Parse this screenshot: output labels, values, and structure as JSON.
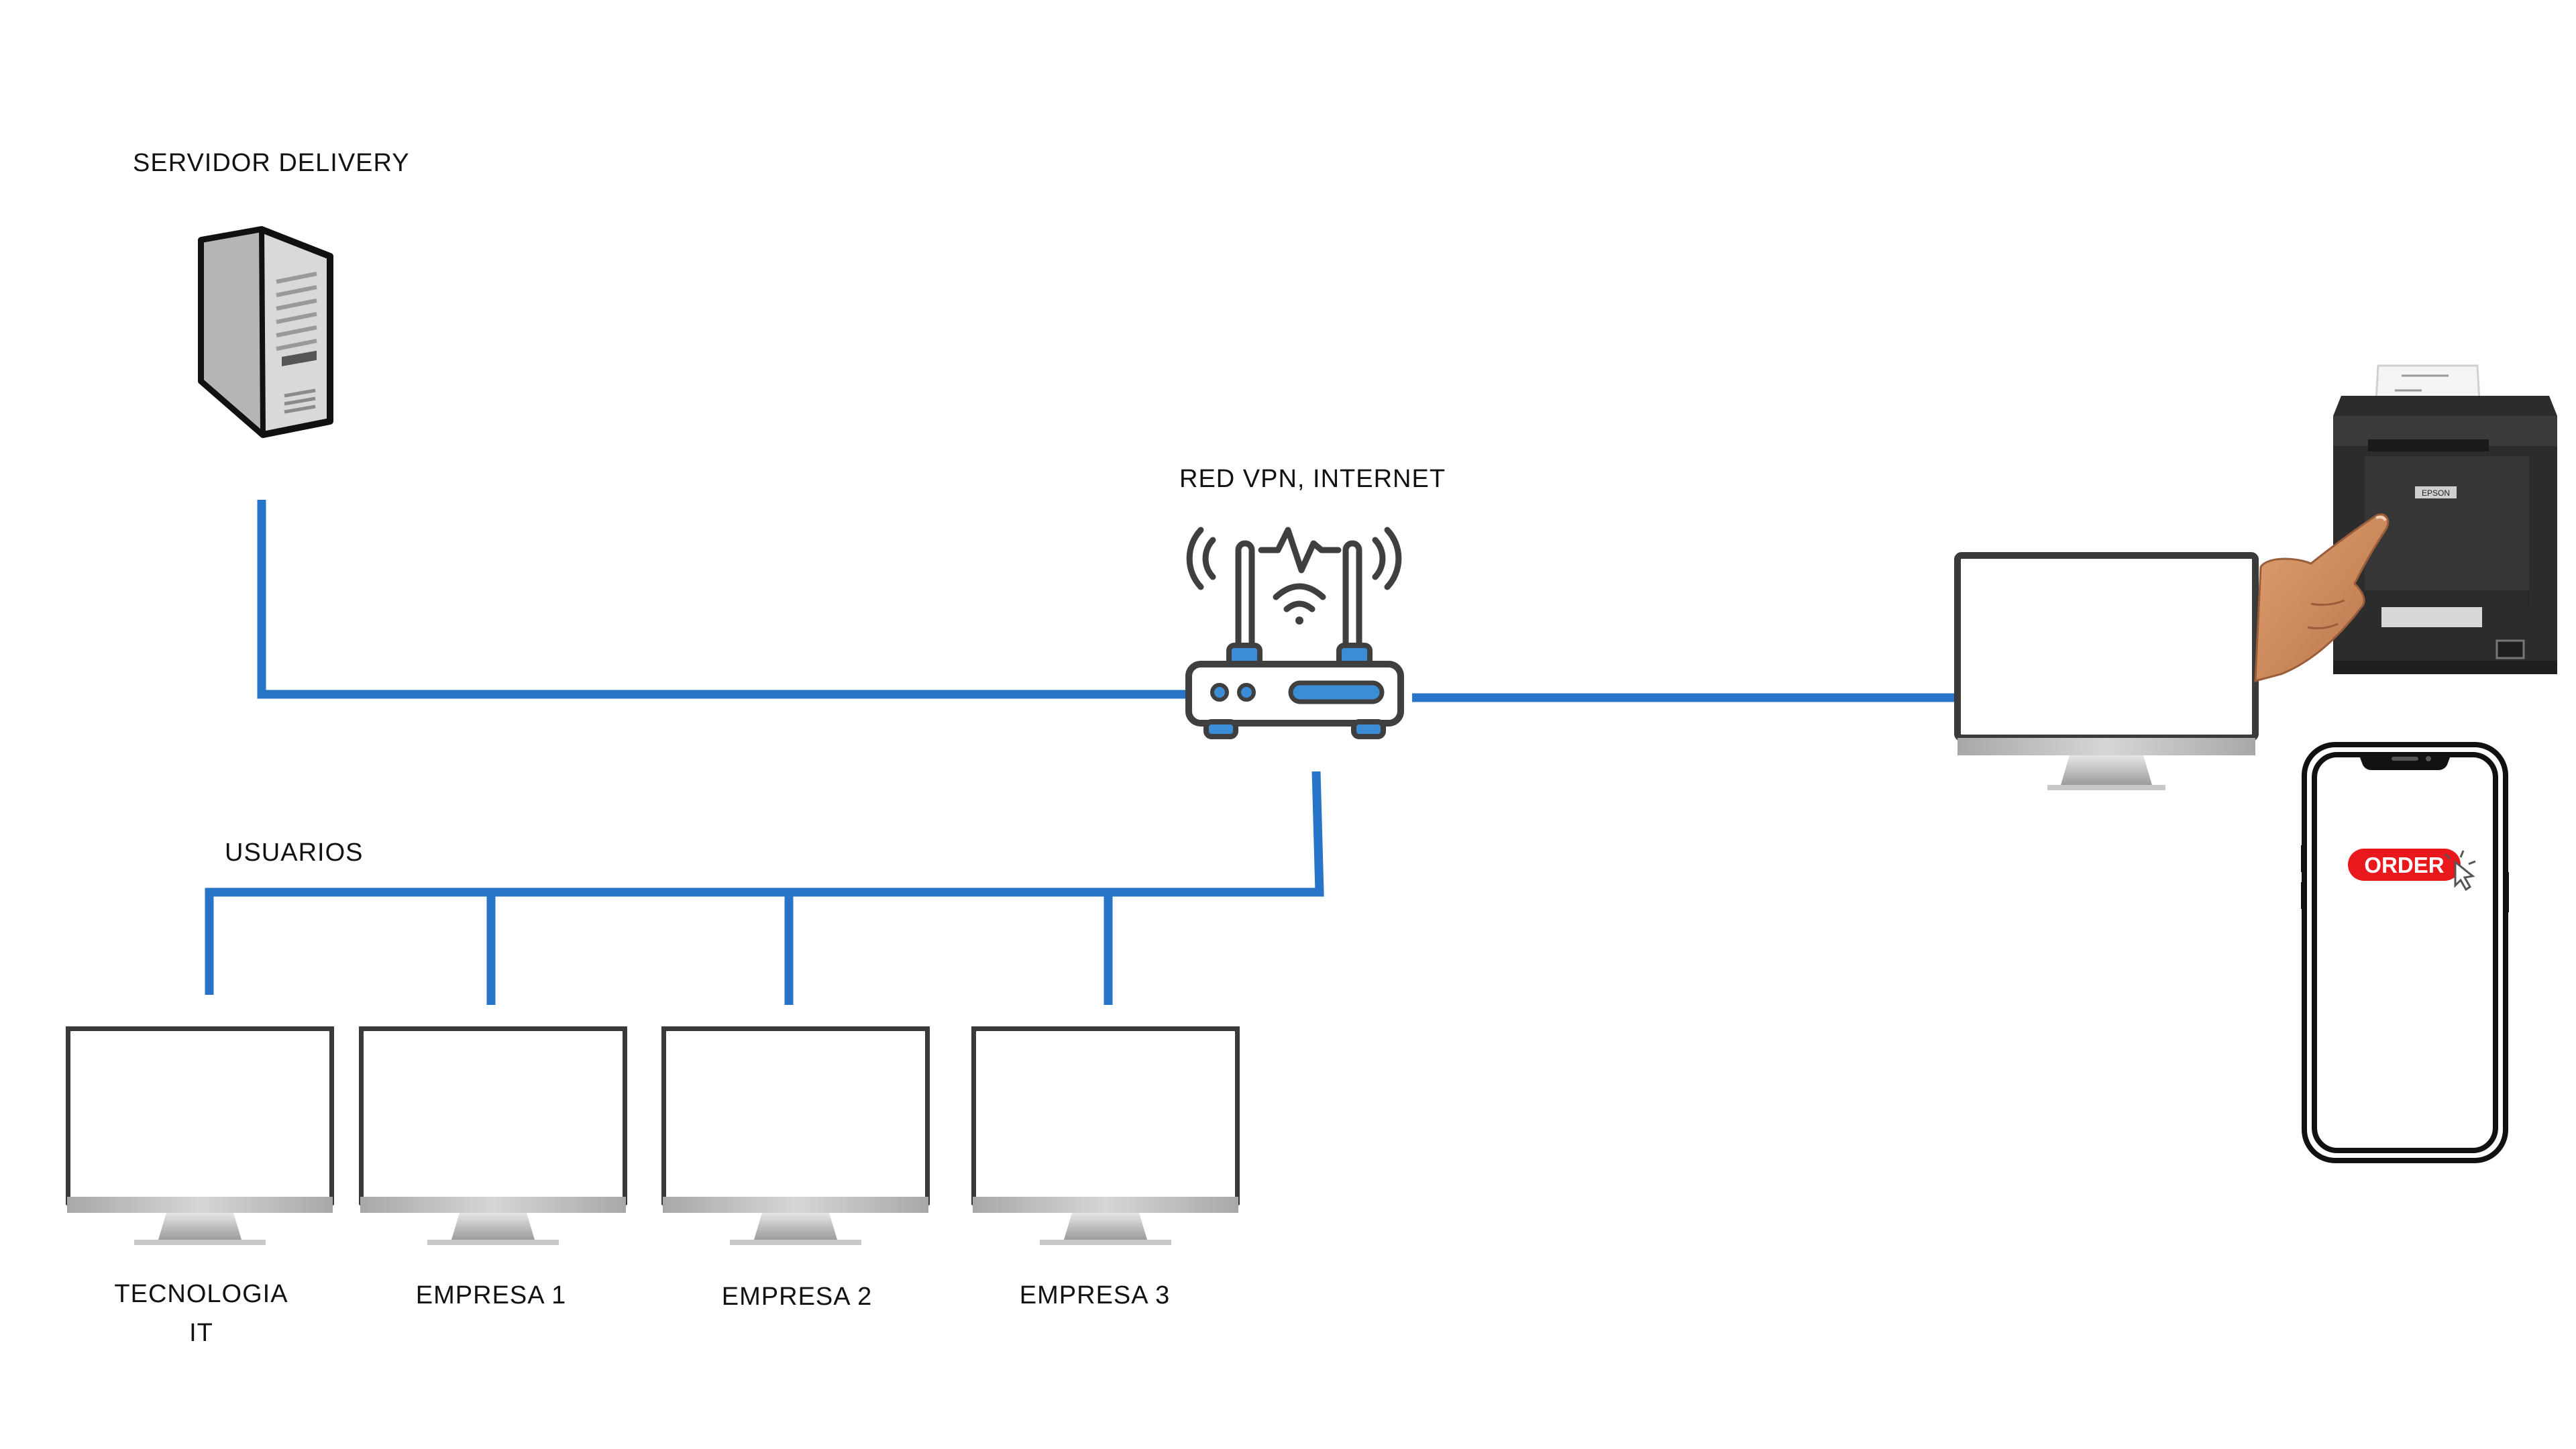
{
  "labels": {
    "servidor": "SERVIDOR DELIVERY",
    "red": "RED VPN, INTERNET",
    "usuarios": "USUARIOS",
    "clients": [
      {
        "line1": "TECNOLOGIA",
        "line2": "IT"
      },
      {
        "line1": "EMPRESA 1",
        "line2": ""
      },
      {
        "line1": "EMPRESA 2",
        "line2": ""
      },
      {
        "line1": "EMPRESA 3",
        "line2": ""
      }
    ]
  },
  "printer": {
    "brand": "EPSON"
  },
  "phone": {
    "button": "ORDER"
  },
  "colors": {
    "link": "#2874c8",
    "monitor_frame": "#3a3a3a",
    "router_body": "#ffffff",
    "router_accent": "#3b8ed6",
    "order_red": "#e8181c"
  },
  "icons": [
    "server-tower-icon",
    "wifi-router-icon",
    "desktop-monitor-icon",
    "receipt-printer-icon",
    "pointing-hand-icon",
    "smartphone-icon"
  ]
}
